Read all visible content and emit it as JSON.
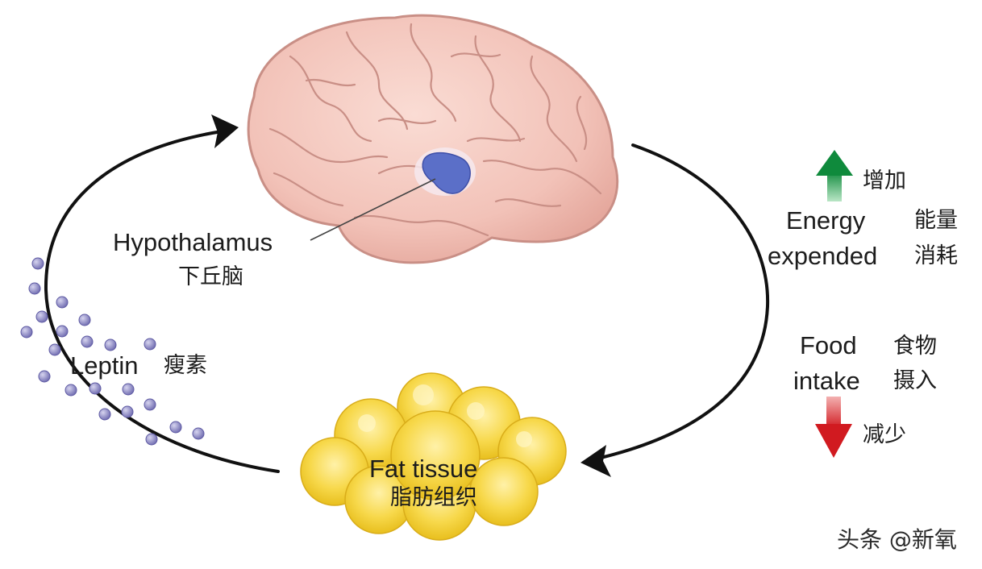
{
  "hypothalamus": {
    "label": "Hypothalamus",
    "label_zh": "下丘脑"
  },
  "leptin": {
    "label": "Leptin",
    "label_zh": "瘦素"
  },
  "fat_tissue": {
    "label": "Fat tissue",
    "label_zh": "脂肪组织"
  },
  "energy": {
    "label_line1": "Energy",
    "label_line2": "expended",
    "zh_line1": "能量",
    "zh_line2": "消耗",
    "change_zh": "增加",
    "direction": "up",
    "color": "#1e9a4a"
  },
  "food": {
    "label_line1": "Food",
    "label_line2": "intake",
    "zh_line1": "食物",
    "zh_line2": "摄入",
    "change_zh": "减少",
    "direction": "down",
    "color": "#d8202a"
  },
  "watermark": "头条 @新氧",
  "colors": {
    "brain": "#f2c2b8",
    "brain_outline": "#c98f86",
    "hypothalamus": "#5b6fc8",
    "fat": "#f5d23c",
    "leptin_dot": "#8c88c4",
    "arrow": "#111111"
  }
}
